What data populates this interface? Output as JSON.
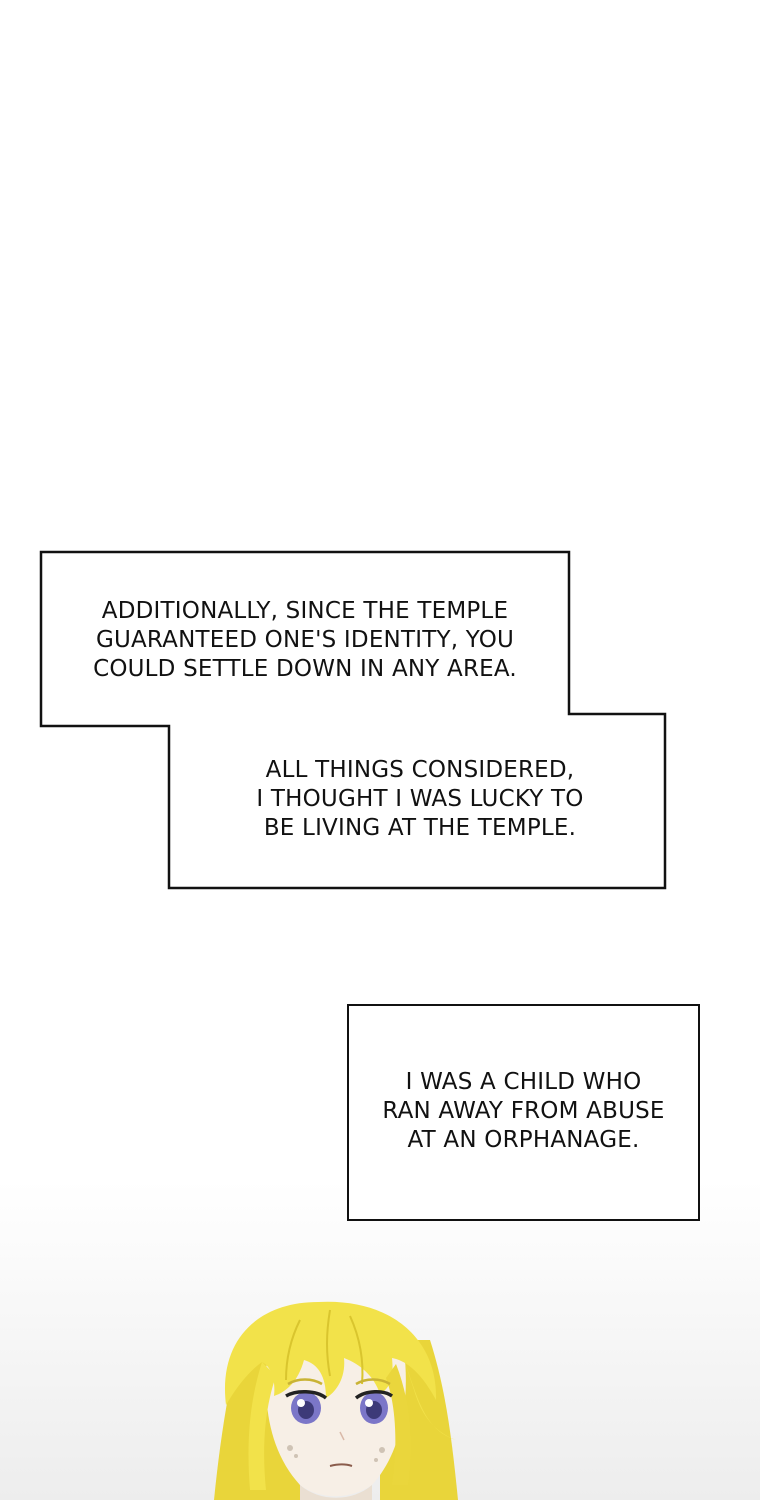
{
  "panels": [
    {
      "text": "ADDITIONALLY, SINCE THE TEMPLE\nGUARANTEED ONE'S IDENTITY, YOU\nCOULD SETTLE DOWN IN ANY AREA."
    },
    {
      "text": "ALL THINGS CONSIDERED,\nI THOUGHT I WAS LUCKY TO\nBE LIVING AT THE TEMPLE."
    },
    {
      "text": "I WAS A CHILD WHO\nRAN AWAY FROM ABUSE\nAT AN ORPHANAGE."
    }
  ],
  "colors": {
    "box_border": "#111111",
    "hair": "#f2e24a",
    "eyes": "#7b76c8",
    "skin": "#f7efe6"
  }
}
